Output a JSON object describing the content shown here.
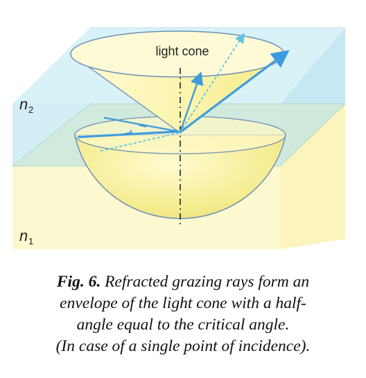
{
  "diagram": {
    "cone_label": "light cone",
    "medium_top": {
      "symbol": "n",
      "subscript": "2"
    },
    "medium_bottom": {
      "symbol": "n",
      "subscript": "1"
    },
    "colors": {
      "upper_medium": "#d6f1f7",
      "lower_medium": "#fbf7c8",
      "interface_plane": "#cfe8d8",
      "cone_fill": "#fbf6b5",
      "hemisphere_fill": "#f6ee93",
      "outline": "#6a8fb8",
      "ray": "#3d9be0",
      "ray_dashed": "#5cc3e8",
      "axis": "#222222"
    }
  },
  "caption": {
    "fig_label": "Fig. 6.",
    "line1": "Refracted grazing rays form an",
    "line2": "envelope of the light cone with a half-",
    "line3": "angle equal to the critical angle.",
    "line4": "(In case of a single point of incidence)."
  }
}
